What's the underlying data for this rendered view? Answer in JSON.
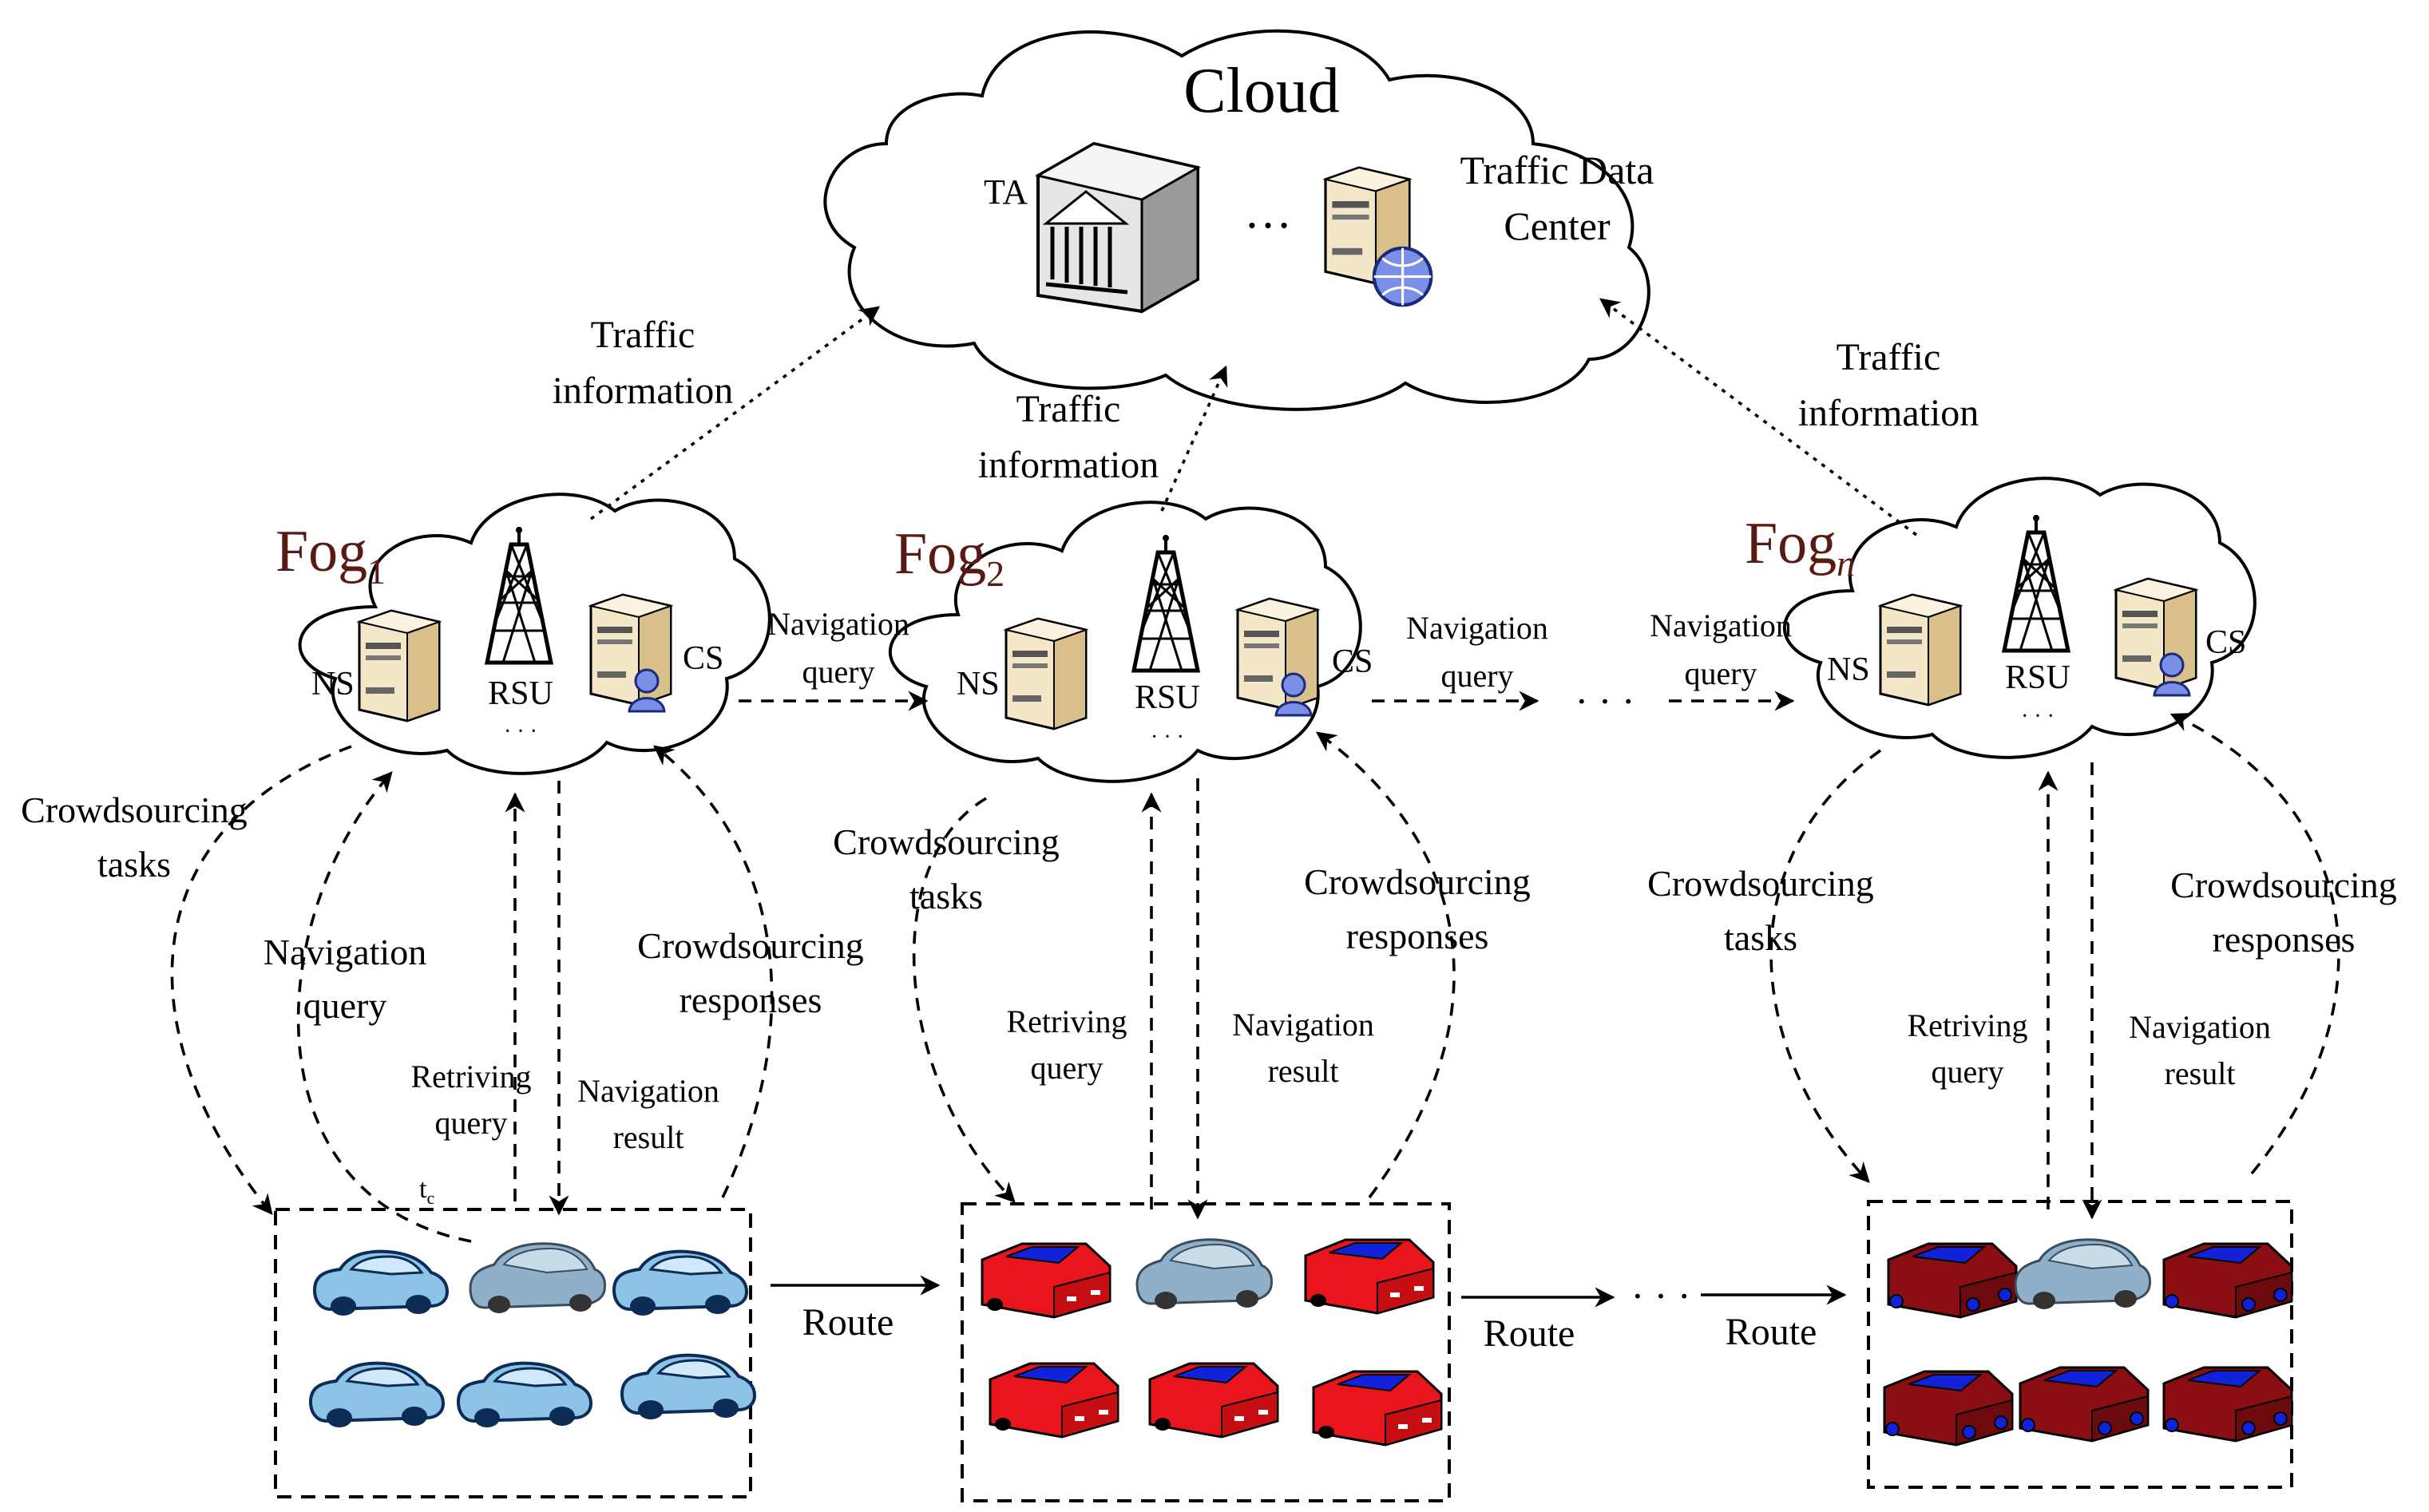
{
  "cloud": {
    "title": "Cloud",
    "ta_label": "TA",
    "ellipsis": "…",
    "tdc_line1": "Traffic Data",
    "tdc_line2": "Center"
  },
  "fogs": [
    {
      "name": "Fog",
      "sub": "1",
      "ns": "NS",
      "rsu": "RSU",
      "cs": "CS",
      "dots": "· · ·"
    },
    {
      "name": "Fog",
      "sub": "2",
      "ns": "NS",
      "rsu": "RSU",
      "cs": "CS",
      "dots": "· · ·"
    },
    {
      "name": "Fog",
      "sub": "n",
      "ns": "NS",
      "rsu": "RSU",
      "cs": "CS",
      "dots": "· · ·"
    }
  ],
  "labels": {
    "traffic_1": "Traffic",
    "information": "information",
    "navigation": "Navigation",
    "query": "query",
    "crowdsourcing": "Crowdsourcing",
    "tasks": "tasks",
    "responses": "responses",
    "retriving": "Retriving",
    "result": "result",
    "route": "Route",
    "tc": "t",
    "tc_sub": "c",
    "ellipsis_mid": "· · ·"
  },
  "colors": {
    "fog_text": "#5a1a14",
    "car_blue_body": "#8ec3e8",
    "car_red_body": "#e8161c",
    "car_dark_red_body": "#8b0f12",
    "car_window_blue": "#1222d8"
  },
  "icons": {
    "ta": "government-building-icon",
    "tdc": "server-globe-icon",
    "ns": "server-icon",
    "cs": "server-user-icon",
    "rsu": "radio-tower-icon",
    "vehicle": "car-icon"
  }
}
